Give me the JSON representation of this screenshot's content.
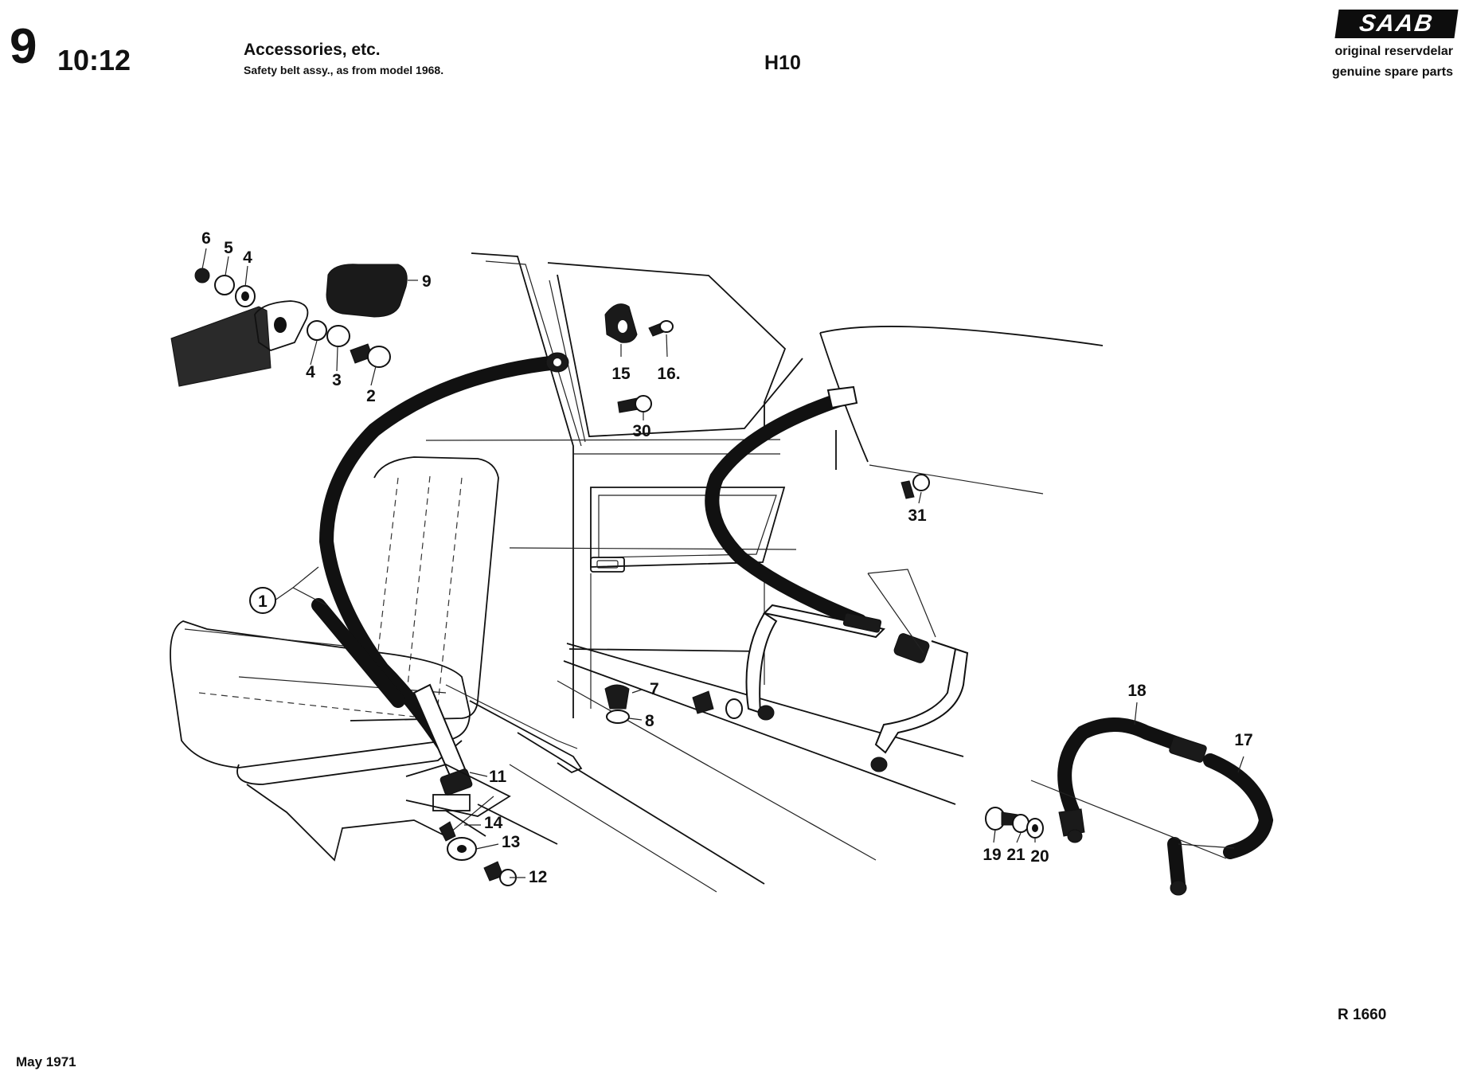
{
  "header": {
    "group_number": "9",
    "section_number": "10:12",
    "title": "Accessories, etc.",
    "subtitle": "Safety belt assy., as from model 1968.",
    "code": "H10"
  },
  "brand": {
    "logo_text": "SAAB",
    "tagline_1": "original reservdelar",
    "tagline_2": "genuine spare parts"
  },
  "footer": {
    "reference": "R 1660",
    "date": "May 1971"
  },
  "callouts": {
    "c1": "1",
    "c2": "2",
    "c3": "3",
    "c4a": "4",
    "c4b": "4",
    "c5": "5",
    "c6": "6",
    "c7": "7",
    "c8": "8",
    "c9": "9",
    "c11": "11",
    "c12": "12",
    "c13": "13",
    "c14": "14",
    "c15": "15",
    "c16": "16.",
    "c17": "17",
    "c18": "18",
    "c19": "19",
    "c20": "20",
    "c21": "21",
    "c30": "30",
    "c31": "31"
  }
}
